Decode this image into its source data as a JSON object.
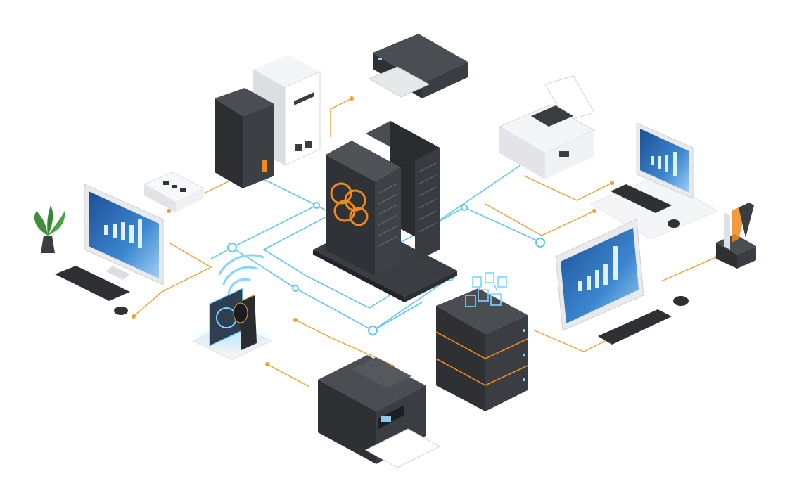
{
  "diagram": {
    "type": "isometric-network-topology",
    "palette": {
      "background": "#ffffff",
      "link_orange": "#f0a030",
      "link_blue": "#5ec8ee",
      "device_dark": "#3a3d42",
      "device_darker": "#26282c",
      "device_light": "#eceef0",
      "screen_blue": "#2f6fb8",
      "accent_orange": "#f08a1c",
      "glow_blue": "#7fd6ff"
    },
    "nodes": [
      {
        "id": "core-server-rack",
        "icon": "server-rack-icon"
      },
      {
        "id": "tower-pc-pair",
        "icon": "tower-pc-icon"
      },
      {
        "id": "router-box",
        "icon": "router-icon"
      },
      {
        "id": "top-scanner",
        "icon": "scanner-icon"
      },
      {
        "id": "inkjet-printer",
        "icon": "printer-icon"
      },
      {
        "id": "workstation-left",
        "icon": "monitor-icon"
      },
      {
        "id": "workstation-right-top",
        "icon": "monitor-icon"
      },
      {
        "id": "workstation-right",
        "icon": "monitor-icon"
      },
      {
        "id": "file-storage",
        "icon": "file-folder-icon"
      },
      {
        "id": "wireless-access-device",
        "icon": "wifi-icon"
      },
      {
        "id": "multifunction-printer",
        "icon": "printer-icon"
      },
      {
        "id": "storage-server",
        "icon": "database-icon"
      },
      {
        "id": "potted-plant",
        "icon": "plant-icon"
      }
    ]
  }
}
